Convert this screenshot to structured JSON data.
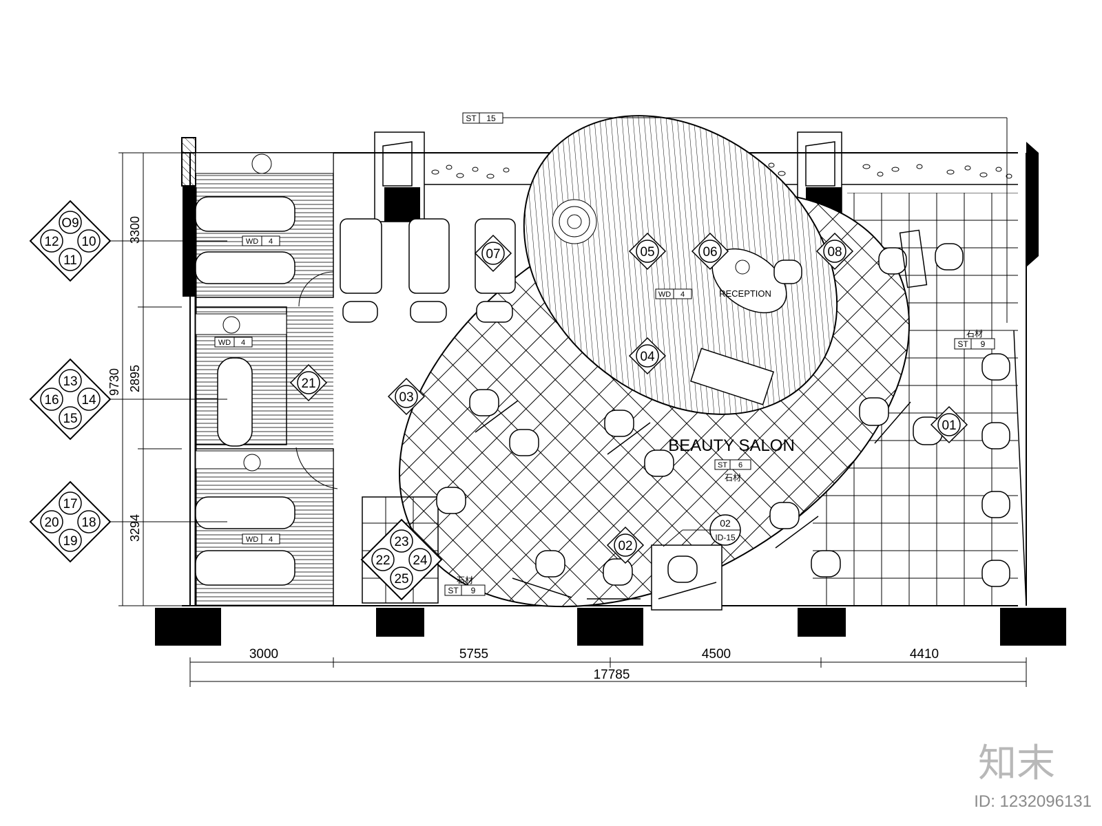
{
  "room_label": "BEAUTY SALON",
  "reception_label": "RECEPTION",
  "dimensions": {
    "bottom": [
      "3000",
      "5755",
      "4500",
      "4410"
    ],
    "total": "17785",
    "left_total": "9730",
    "left": [
      "3300",
      "2895",
      "3294"
    ]
  },
  "view_markers": [
    "01",
    "02",
    "03",
    "04",
    "05",
    "06",
    "07",
    "08",
    "21"
  ],
  "elevation_groups": [
    [
      "O9",
      "10",
      "11",
      "12"
    ],
    [
      "13",
      "14",
      "15",
      "16"
    ],
    [
      "17",
      "18",
      "19",
      "20"
    ],
    [
      "23",
      "24",
      "25",
      "22"
    ]
  ],
  "material_tags": {
    "st15": {
      "code": "ST",
      "num": "15"
    },
    "st9a": {
      "code": "ST",
      "num": "9",
      "note": "石材"
    },
    "st6": {
      "code": "ST",
      "num": "6",
      "note": "石材"
    },
    "st9b": {
      "code": "ST",
      "num": "9",
      "note": "石材"
    },
    "wd_rec": {
      "code": "WD",
      "num": "4"
    },
    "wd1": {
      "code": "WD",
      "num": "4"
    },
    "wd2": {
      "code": "WD",
      "num": "4"
    },
    "wd3": {
      "code": "WD",
      "num": "4"
    }
  },
  "detail_callout": {
    "top": "02",
    "bottom": "ID-15"
  },
  "watermark": {
    "logo": "知末",
    "id": "ID: 1232096131"
  }
}
